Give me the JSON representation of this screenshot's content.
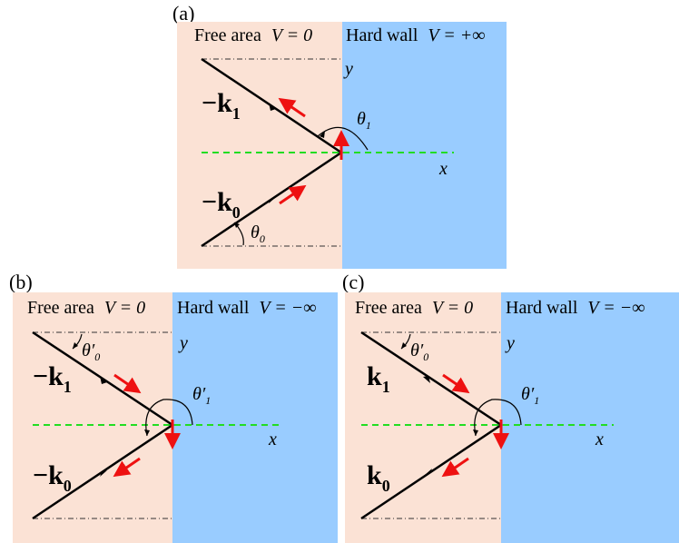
{
  "colors": {
    "free_area": "#fbe2d5",
    "hard_wall": "#99ccff",
    "axis_dash": "#22dd22",
    "spin_arrow": "#ee1111",
    "ray": "#000000"
  },
  "panels": [
    {
      "label": "(a)",
      "free_area_text": "Free area",
      "free_area_eq": "V = 0",
      "wall_text": "Hard wall",
      "wall_eq": "V = +∞",
      "y_axis": "y",
      "x_axis": "x",
      "k_top": "−k",
      "k_top_sub": "1",
      "k_bottom": "−k",
      "k_bottom_sub": "0",
      "angle_top": "θ",
      "angle_top_sub": "1",
      "angle_bottom": "θ",
      "angle_bottom_sub": "0"
    },
    {
      "label": "(b)",
      "free_area_text": "Free area",
      "free_area_eq": "V = 0",
      "wall_text": "Hard wall",
      "wall_eq": "V = −∞",
      "y_axis": "y",
      "x_axis": "x",
      "k_top": "−k",
      "k_top_sub": "1",
      "k_bottom": "−k",
      "k_bottom_sub": "0",
      "angle_top": "θ′",
      "angle_top_sub": "0",
      "angle_right": "θ′",
      "angle_right_sub": "1"
    },
    {
      "label": "(c)",
      "free_area_text": "Free area",
      "free_area_eq": "V = 0",
      "wall_text": "Hard wall",
      "wall_eq": "V = −∞",
      "y_axis": "y",
      "x_axis": "x",
      "k_top": "k",
      "k_top_sub": "1",
      "k_bottom": "k",
      "k_bottom_sub": "0",
      "angle_top": "θ′",
      "angle_top_sub": "0",
      "angle_right": "θ′",
      "angle_right_sub": "1"
    }
  ]
}
